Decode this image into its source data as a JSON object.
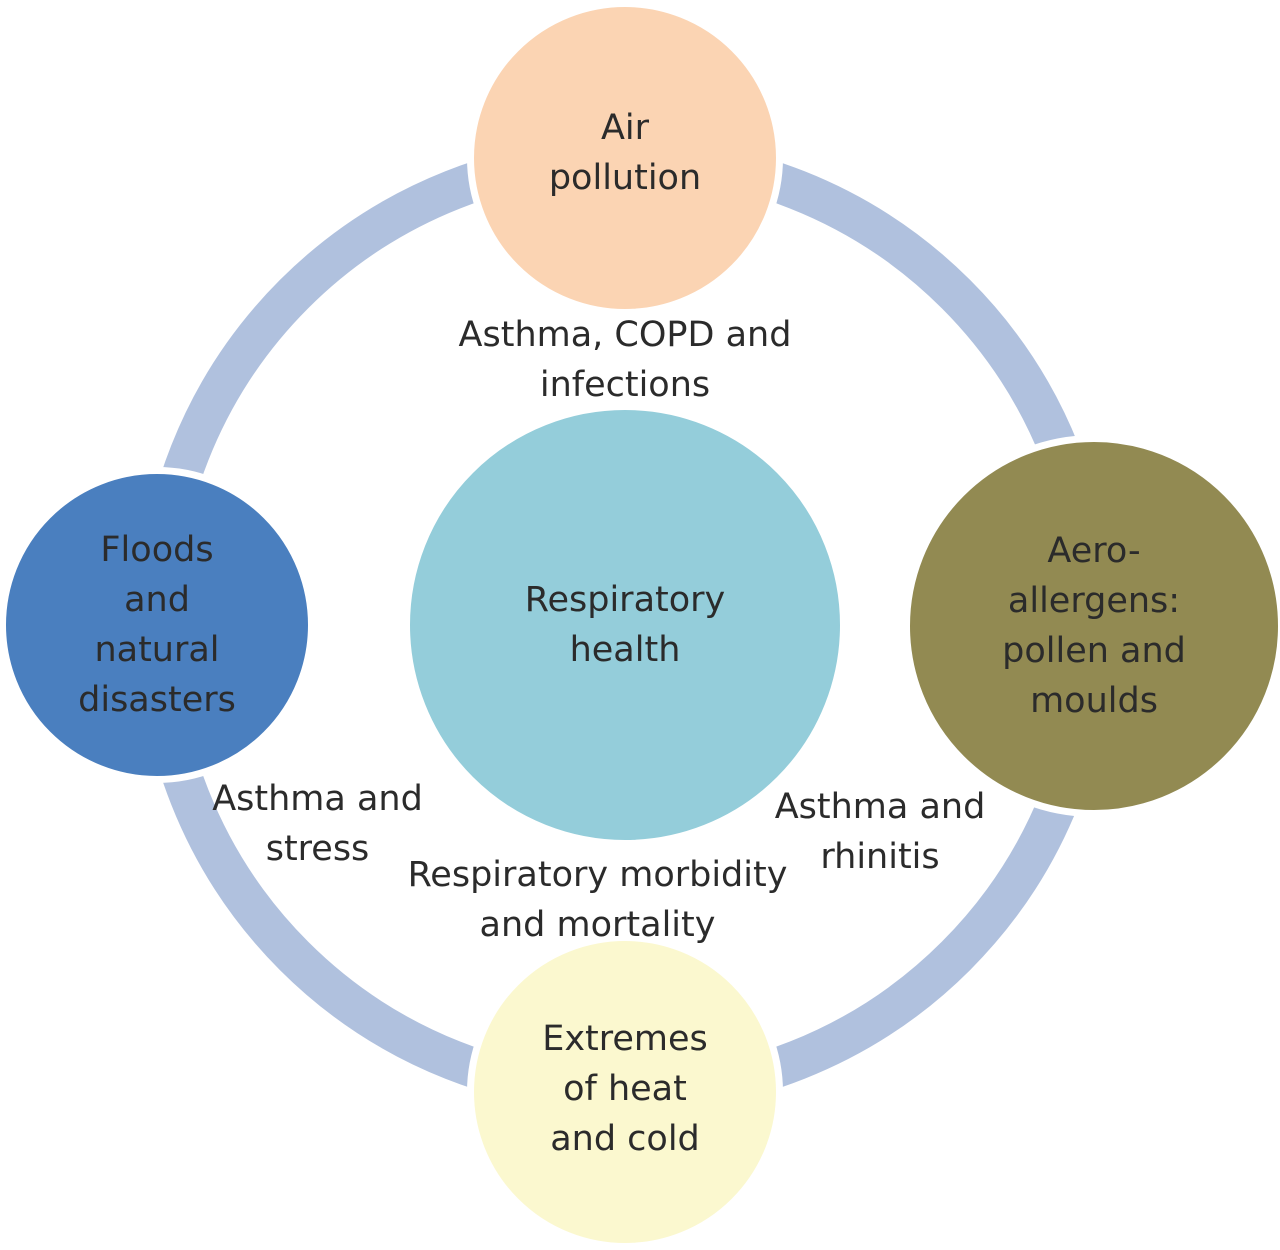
{
  "center": {
    "label": "Respiratory\nhealth"
  },
  "nodes": {
    "top": {
      "label": "Air\npollution"
    },
    "right": {
      "label": "Aero-\nallergens:\npollen and\nmoulds"
    },
    "bottom": {
      "label": "Extremes\nof heat\nand cold"
    },
    "left": {
      "label": "Floods\nand\nnatural\ndisasters"
    }
  },
  "effects": {
    "top": "Asthma, COPD and\ninfections",
    "right": "Asthma and\nrhinitis",
    "bottom": "Respiratory morbidity\nand mortality",
    "left": "Asthma and\nstress"
  },
  "colors": {
    "ring": "#b0c1de",
    "center": "#94cdda",
    "top": "#fbd4b3",
    "right": "#928a52",
    "bottom": "#fbf8cf",
    "left": "#4a7fbf"
  }
}
